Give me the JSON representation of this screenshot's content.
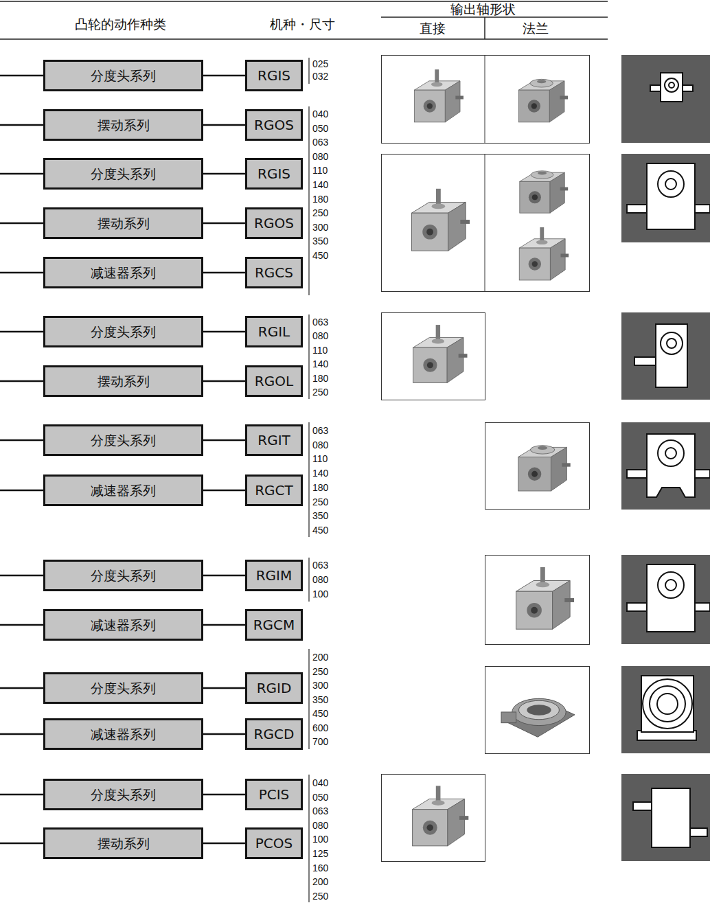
{
  "diagram": {
    "nodes": [
      {
        "text": [
          "分度头系列"
        ]
      },
      {
        "text": [
          "RGIS"
        ]
      },
      {
        "text": [
          "摆动系列"
        ]
      },
      {
        "text": [
          "RGOS"
        ]
      },
      {
        "text": [
          "分度头系列"
        ]
      },
      {
        "text": [
          "RGIS"
        ]
      },
      {
        "text": [
          "摆动系列"
        ]
      },
      {
        "text": [
          "RGOS"
        ]
      },
      {
        "text": [
          "减速器系列"
        ]
      },
      {
        "text": [
          "RGCS"
        ]
      },
      {
        "text": [
          "分度头系列"
        ]
      },
      {
        "text": [
          "RGIL"
        ]
      },
      {
        "text": [
          "摆动系列"
        ]
      },
      {
        "text": [
          "RGOL"
        ]
      },
      {
        "text": [
          "分度头系列"
        ]
      },
      {
        "text": [
          "RGIT"
        ]
      },
      {
        "text": [
          "减速器系列"
        ]
      },
      {
        "text": [
          "RGCT"
        ]
      },
      {
        "text": [
          "分度头系列"
        ]
      },
      {
        "text": [
          "RGIM"
        ]
      },
      {
        "text": [
          "减速器系列"
        ]
      },
      {
        "text": [
          "RGCM"
        ]
      },
      {
        "text": [
          "分度头系列"
        ]
      },
      {
        "text": [
          "RGID"
        ]
      },
      {
        "text": [
          "减速器系列"
        ]
      },
      {
        "text": [
          "RGCD"
        ]
      },
      {
        "text": [
          "分度头系列"
        ]
      },
      {
        "text": [
          "PCIS"
        ]
      },
      {
        "text": [
          "摆动系列"
        ]
      },
      {
        "text": [
          "PCOS"
        ]
      }
    ],
    "edges": [
      {
        "from": 0,
        "to": 1,
        "arrow": "none"
      },
      {
        "from": 2,
        "to": 3,
        "arrow": "none"
      },
      {
        "from": 4,
        "to": 5,
        "arrow": "none"
      },
      {
        "from": 6,
        "to": 7,
        "arrow": "none"
      },
      {
        "from": 8,
        "to": 9,
        "arrow": "none"
      },
      {
        "from": 10,
        "to": 11,
        "arrow": "none"
      },
      {
        "from": 12,
        "to": 13,
        "arrow": "none"
      },
      {
        "from": 14,
        "to": 15,
        "arrow": "none"
      },
      {
        "from": 16,
        "to": 17,
        "arrow": "none"
      },
      {
        "from": 18,
        "to": 19,
        "arrow": "none"
      },
      {
        "from": 20,
        "to": 21,
        "arrow": "none"
      },
      {
        "from": 22,
        "to": 23,
        "arrow": "none"
      },
      {
        "from": 24,
        "to": 25,
        "arrow": "none"
      },
      {
        "from": 26,
        "to": 27,
        "arrow": "none"
      },
      {
        "from": 28,
        "to": 29,
        "arrow": "none"
      }
    ],
    "labels": [
      "凸轮的动作种类",
      "机种・尺寸",
      "输出轴形状",
      "直接",
      "法兰",
      "025",
      "032",
      "040",
      "050",
      "063",
      "080",
      "110",
      "140",
      "180",
      "250",
      "300",
      "350",
      "450",
      "063",
      "080",
      "110",
      "140",
      "180",
      "250",
      "063",
      "080",
      "110",
      "140",
      "180",
      "250",
      "350",
      "450",
      "063",
      "080",
      "100",
      "200",
      "250",
      "300",
      "350",
      "450",
      "600",
      "700",
      "040",
      "050",
      "063",
      "080",
      "100",
      "125",
      "160",
      "200",
      "250"
    ]
  }
}
